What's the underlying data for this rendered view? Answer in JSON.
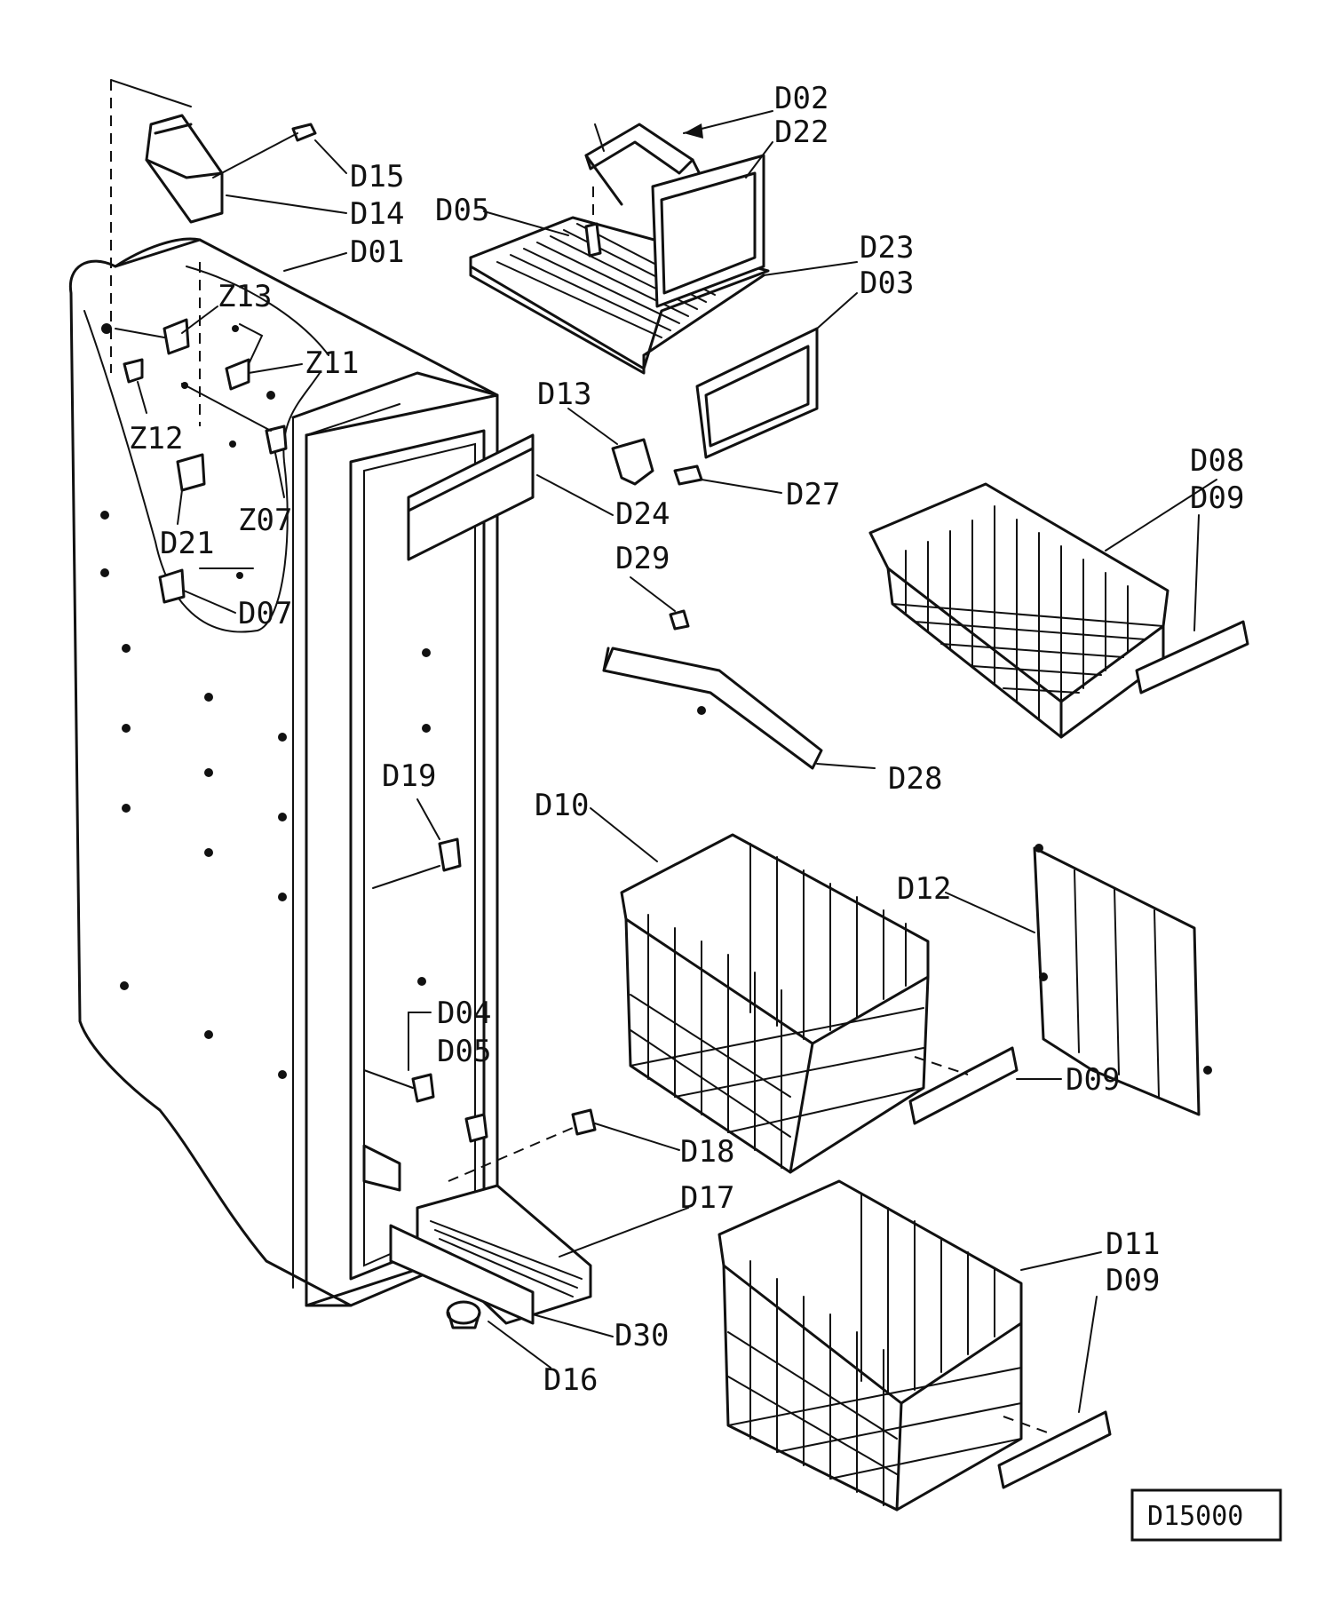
{
  "labels": {
    "D02": "D02",
    "D22": "D22",
    "D15": "D15",
    "D14": "D14",
    "D05_top": "D05",
    "D01": "D01",
    "D23": "D23",
    "D03": "D03",
    "Z13": "Z13",
    "Z11": "Z11",
    "Z12": "Z12",
    "D13": "D13",
    "D27": "D27",
    "D08": "D08",
    "D09_a": "D09",
    "Z07": "Z07",
    "D21": "D21",
    "D24": "D24",
    "D29": "D29",
    "D07": "D07",
    "D28": "D28",
    "D19": "D19",
    "D10": "D10",
    "D12": "D12",
    "D04": "D04",
    "D05_bottom": "D05",
    "D09_b": "D09",
    "D18": "D18",
    "D17": "D17",
    "D11": "D11",
    "D09_c": "D09",
    "D30": "D30",
    "D16": "D16"
  },
  "reference_code": "D15000"
}
